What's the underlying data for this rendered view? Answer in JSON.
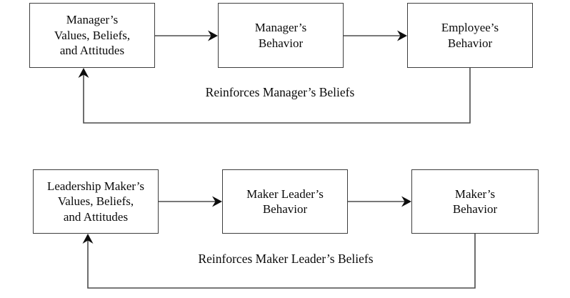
{
  "colors": {
    "background": "#ffffff",
    "line": "#4b4b4b",
    "box_border": "#3e3e3e",
    "text": "#0a0a0a"
  },
  "diagrams": [
    {
      "name": "manager-employee-reinforcement-loop",
      "boxes": [
        {
          "id": "manager-values",
          "lines": [
            "Manager’s",
            "Values, Beliefs,",
            "and Attitudes"
          ]
        },
        {
          "id": "manager-behavior",
          "lines": [
            "Manager’s",
            "Behavior"
          ]
        },
        {
          "id": "employee-behavior",
          "lines": [
            "Employee’s",
            "Behavior"
          ]
        }
      ],
      "feedback_label": "Reinforces Manager’s Beliefs"
    },
    {
      "name": "maker-leader-reinforcement-loop",
      "boxes": [
        {
          "id": "leadership-maker-values",
          "lines": [
            "Leadership Maker’s",
            "Values, Beliefs,",
            "and Attitudes"
          ]
        },
        {
          "id": "maker-leader-behavior",
          "lines": [
            "Maker Leader’s",
            "Behavior"
          ]
        },
        {
          "id": "maker-behavior",
          "lines": [
            "Maker’s",
            "Behavior"
          ]
        }
      ],
      "feedback_label": "Reinforces Maker Leader’s Beliefs"
    }
  ]
}
